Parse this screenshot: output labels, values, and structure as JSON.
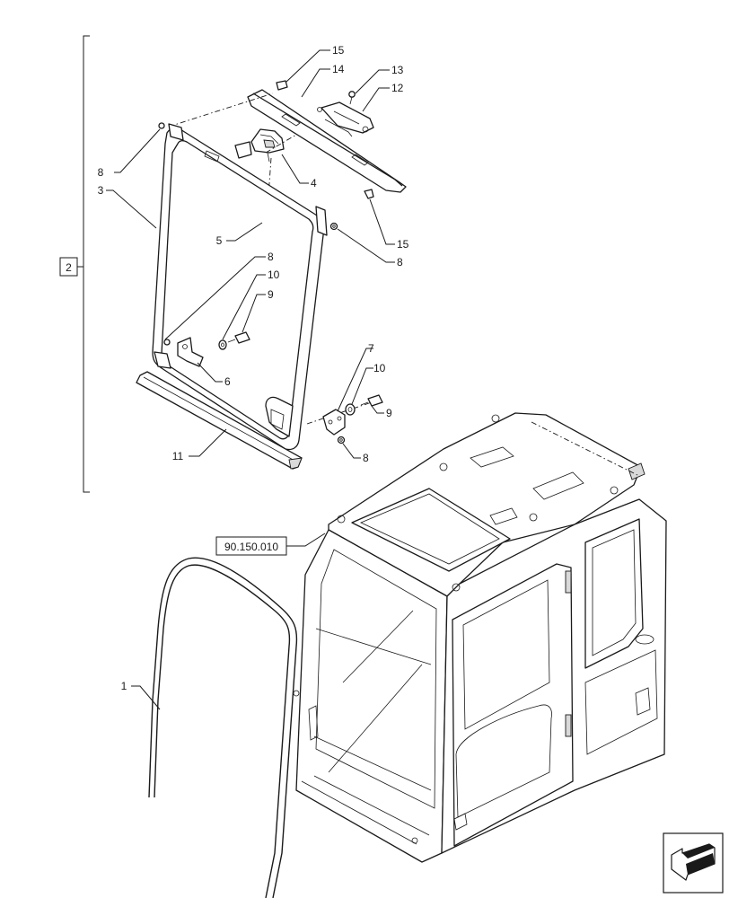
{
  "assembly_ref": "2",
  "cab_ref": "90.150.010",
  "callouts": {
    "c1": "1",
    "c3": "3",
    "c4": "4",
    "c5": "5",
    "c6": "6",
    "c7": "7",
    "c8a": "8",
    "c8b": "8",
    "c8c": "8",
    "c8d": "8",
    "c9a": "9",
    "c9b": "9",
    "c10a": "10",
    "c10b": "10",
    "c11": "11",
    "c12": "12",
    "c13": "13",
    "c14": "14",
    "c15a": "15",
    "c15b": "15"
  },
  "icons": {
    "orientation": "cab-orientation-arrow-icon"
  }
}
